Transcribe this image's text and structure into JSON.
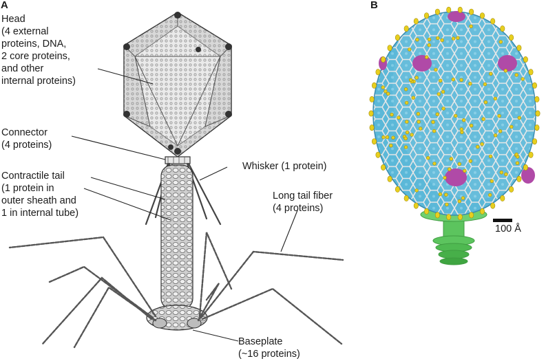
{
  "panels": {
    "a": "A",
    "b": "B"
  },
  "labels": {
    "head": [
      "Head",
      "(4 external",
      "proteins, DNA,",
      "2 core proteins,",
      "and other",
      "internal proteins)"
    ],
    "connector": [
      "Connector",
      "(4 proteins)"
    ],
    "contractile_tail": [
      "Contractile tail",
      "(1 protein in",
      "outer sheath and",
      "1 in internal tube)"
    ],
    "whisker": [
      "Whisker (1 protein)"
    ],
    "long_tail_fiber": [
      "Long tail fiber",
      "(4 proteins)"
    ],
    "baseplate": [
      "Baseplate",
      "(~16 proteins)"
    ]
  },
  "scale_bar": {
    "label": "100 Å"
  },
  "colors": {
    "capsid_blue": "#5bb8d8",
    "lattice_white": "#e6e6e6",
    "spike_yellow": "#e7cf1f",
    "vertex_magenta": "#b04aa7",
    "tail_green": "#5cc45e"
  }
}
